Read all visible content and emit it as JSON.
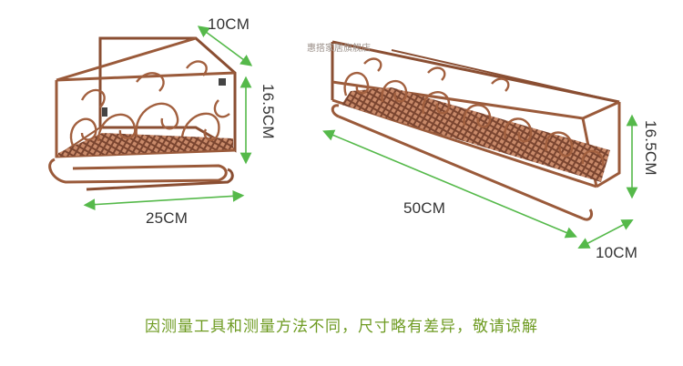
{
  "product_images": [
    {
      "name": "small-rack",
      "dimensions": {
        "depth": "10CM",
        "height": "16.5CM",
        "width": "25CM"
      }
    },
    {
      "name": "large-rack",
      "dimensions": {
        "width": "50CM",
        "height": "16.5CM",
        "depth": "10CM"
      }
    }
  ],
  "watermark": "惠搭家居旗舰店",
  "caption": "因测量工具和测量方法不同，尺寸略有差异，敬请谅解",
  "colors": {
    "dimension_line": "#55b94a",
    "rack_metal": "#9a5a3a",
    "rack_shadow": "#5a3020",
    "caption": "#6e9b22"
  }
}
